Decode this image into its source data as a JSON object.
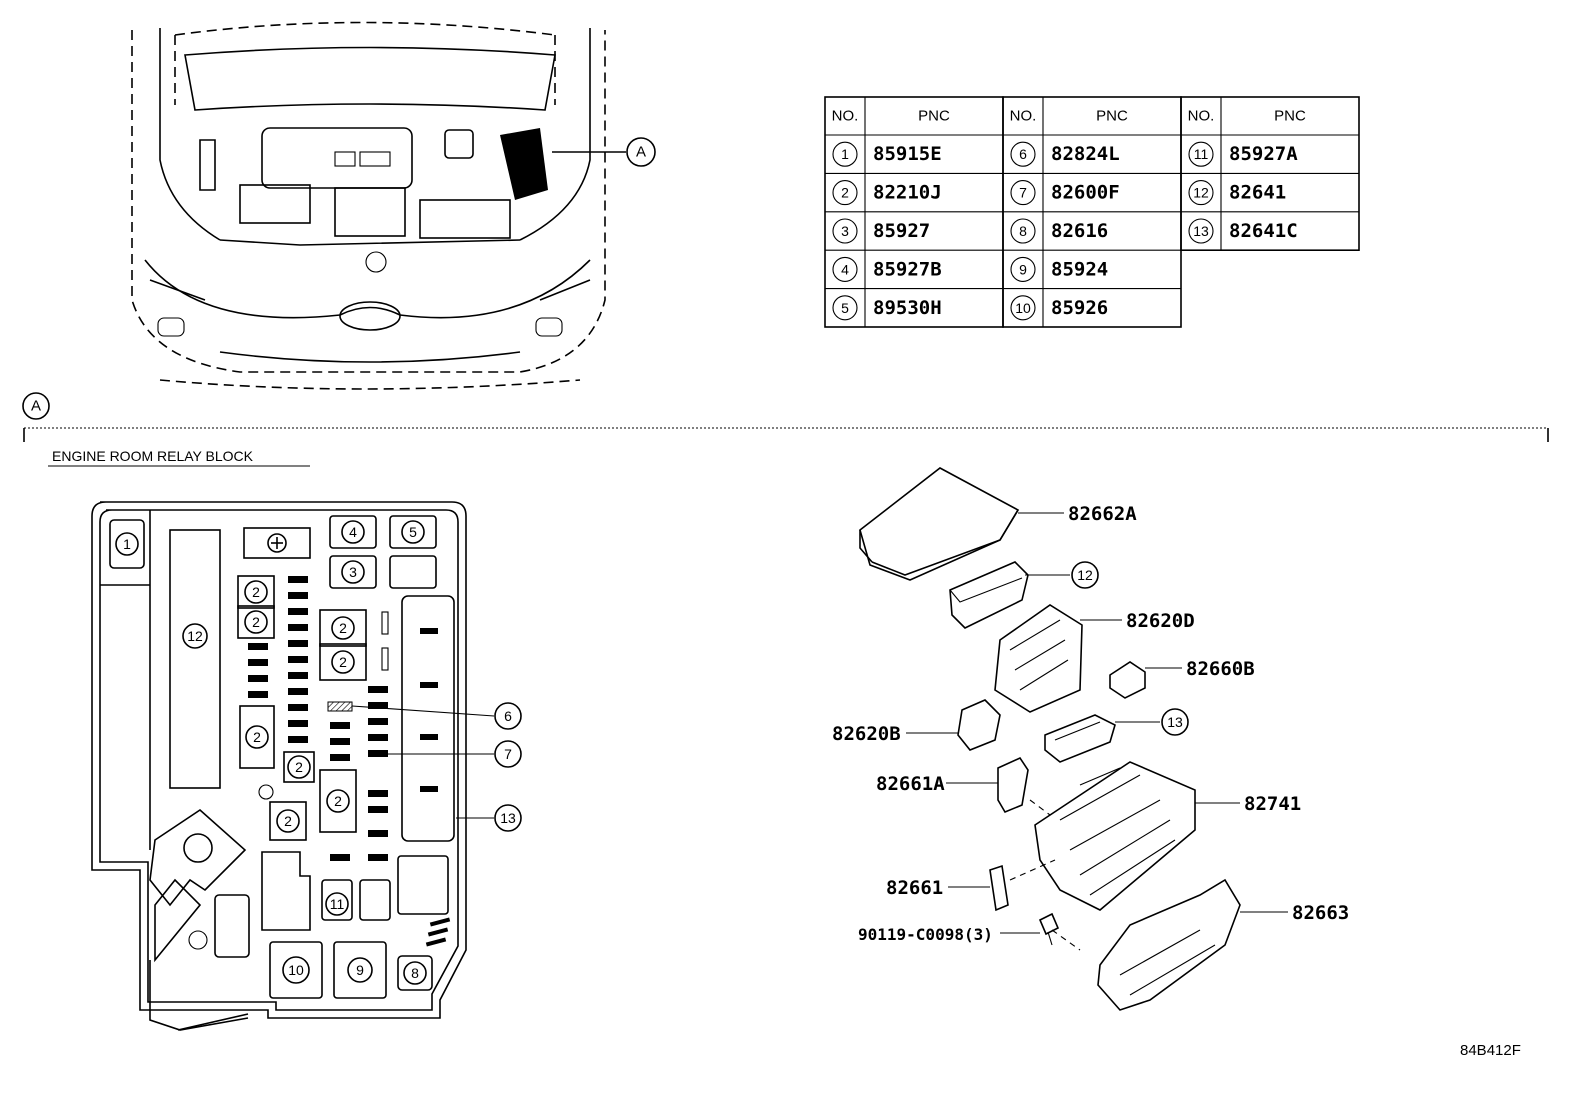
{
  "callout_a": "A",
  "section_title": "ENGINE ROOM RELAY BLOCK",
  "figure_code": "84B412F",
  "table": {
    "headers": [
      "NO.",
      "PNC",
      "NO.",
      "PNC",
      "NO.",
      "PNC"
    ],
    "columns": [
      [
        {
          "no": "1",
          "pnc": "85915E"
        },
        {
          "no": "2",
          "pnc": "82210J"
        },
        {
          "no": "3",
          "pnc": "85927"
        },
        {
          "no": "4",
          "pnc": "85927B"
        },
        {
          "no": "5",
          "pnc": "89530H"
        }
      ],
      [
        {
          "no": "6",
          "pnc": "82824L"
        },
        {
          "no": "7",
          "pnc": "82600F"
        },
        {
          "no": "8",
          "pnc": "82616"
        },
        {
          "no": "9",
          "pnc": "85924"
        },
        {
          "no": "10",
          "pnc": "85926"
        }
      ],
      [
        {
          "no": "11",
          "pnc": "85927A"
        },
        {
          "no": "12",
          "pnc": "82641"
        },
        {
          "no": "13",
          "pnc": "82641C"
        }
      ]
    ]
  },
  "block_labels": {
    "n1": "1",
    "n2": "2",
    "n3": "3",
    "n4": "4",
    "n5": "5",
    "n6": "6",
    "n7": "7",
    "n8": "8",
    "n9": "9",
    "n10": "10",
    "n11": "11",
    "n12": "12",
    "n13": "13"
  },
  "exploded_parts": {
    "cover": "82662A",
    "c12": "12",
    "frame": "82620D",
    "relay_b": "82660B",
    "left_b": "82620B",
    "c13": "13",
    "clip_a": "82661A",
    "case": "82741",
    "clip": "82661",
    "bolt": "90119-C0098(3)",
    "lower_cover": "82663"
  }
}
